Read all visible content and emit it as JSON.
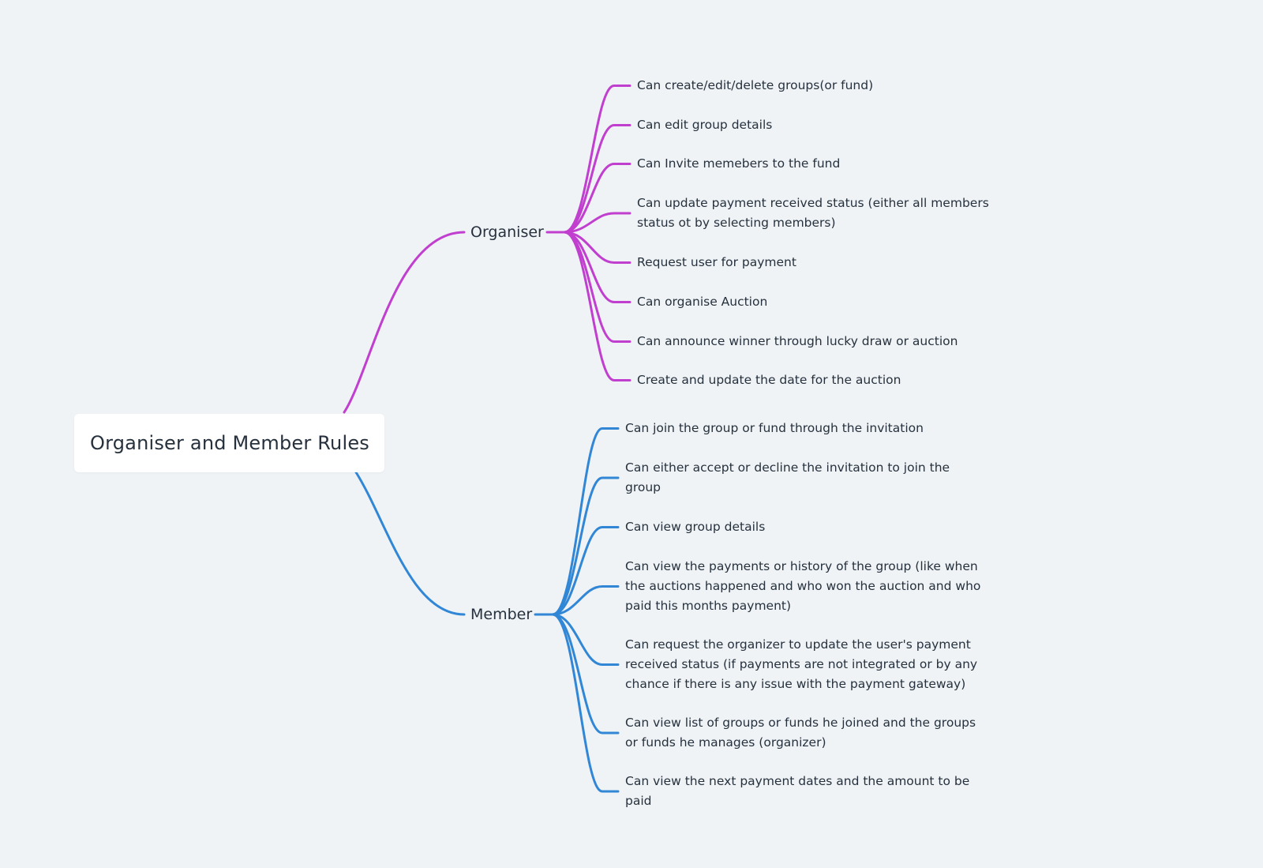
{
  "root": {
    "title": "Organiser and Member Rules"
  },
  "colors": {
    "organiser": "#c13fcf",
    "member": "#3187d6",
    "background": "#eff3f6"
  },
  "branches": {
    "organiser": {
      "label": "Organiser",
      "items": [
        [
          "Can create/edit/delete groups(or fund)"
        ],
        [
          "Can edit group details"
        ],
        [
          "Can Invite memebers to the fund"
        ],
        [
          "Can update payment received status (either all members",
          "status ot by selecting members)"
        ],
        [
          "Request user for payment"
        ],
        [
          "Can organise Auction"
        ],
        [
          "Can announce winner through lucky draw or auction"
        ],
        [
          "Create and update the date for the auction"
        ]
      ]
    },
    "member": {
      "label": "Member",
      "items": [
        [
          "Can join the group or fund through the invitation"
        ],
        [
          "Can either accept or decline the invitation to join the",
          "group"
        ],
        [
          "Can view group details"
        ],
        [
          "Can view the payments or history of the group (like when",
          "the auctions happened and who won the auction and who",
          "paid this months payment)"
        ],
        [
          "Can request the organizer to update the user's payment",
          "received status (if payments are not integrated or by any",
          "chance if there is any issue with the payment gateway)"
        ],
        [
          "Can view list of groups or funds he joined and the groups",
          "or funds he manages (organizer)"
        ],
        [
          "Can view the next payment dates and the amount to be",
          "paid"
        ]
      ]
    }
  }
}
